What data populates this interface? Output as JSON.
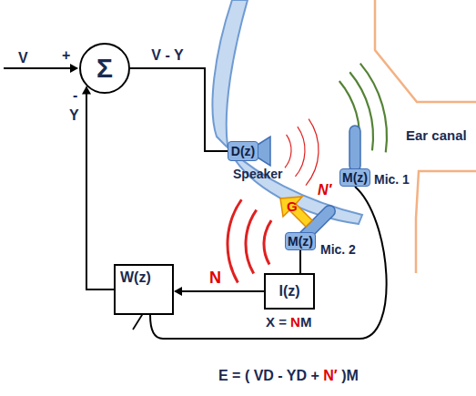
{
  "diagram": {
    "nodes": [
      {
        "text": [
          "Σ"
        ]
      },
      {
        "text": [
          "D(z)"
        ]
      },
      {
        "text": [
          "M(z)"
        ]
      },
      {
        "text": [
          "M(z)"
        ]
      },
      {
        "text": [
          "W(z)"
        ]
      },
      {
        "text": [
          "I(z)"
        ]
      }
    ],
    "edges": [
      {
        "from": 0,
        "to": 1,
        "label": "V - Y",
        "arrow": "none"
      },
      {
        "from": 4,
        "to": 0,
        "arrow": "to"
      },
      {
        "from": 5,
        "to": 4,
        "arrow": "to"
      },
      {
        "from": 3,
        "to": 5,
        "arrow": "none"
      },
      {
        "from": 2,
        "to": 4,
        "arrow": "none"
      }
    ],
    "labels": [
      "V",
      "+",
      "-",
      "Y",
      "Speaker",
      "Mic. 1",
      "Mic. 2",
      "Ear canal",
      "N′",
      "G",
      "N",
      "X = NM",
      "E = ( VD - YD + N′ )M"
    ]
  }
}
